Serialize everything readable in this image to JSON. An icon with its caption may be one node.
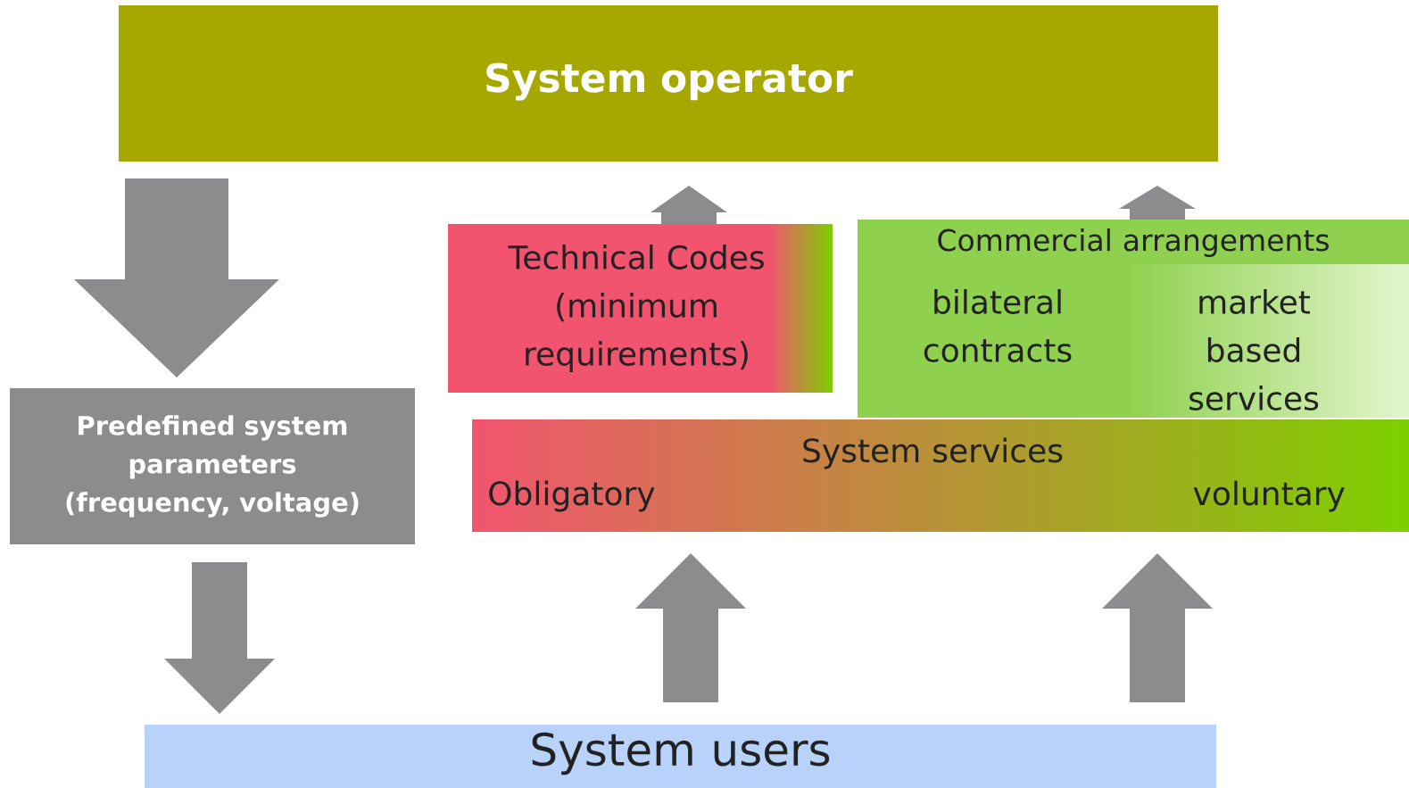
{
  "diagram": {
    "nodes": [
      {
        "text": [
          "System operator"
        ]
      },
      {
        "text": [
          "Predefined system parameters (frequency, voltage)"
        ]
      },
      {
        "text": [
          "Technical Codes (minimum requirements)"
        ]
      },
      {
        "text": [
          "Commercial arrangements",
          "bilateral contracts",
          "market based services"
        ]
      },
      {
        "text": [
          "System services",
          "Obligatory",
          "voluntary"
        ]
      },
      {
        "text": [
          "System users"
        ]
      }
    ],
    "edges": [
      {
        "from": 0,
        "to": 1,
        "arrow": "to"
      },
      {
        "from": 1,
        "to": 5,
        "arrow": "to"
      },
      {
        "from": 2,
        "to": 0,
        "arrow": "to"
      },
      {
        "from": 3,
        "to": 0,
        "arrow": "to"
      },
      {
        "from": 5,
        "to": 4,
        "arrow": "to"
      },
      {
        "from": 5,
        "to": 4,
        "arrow": "to"
      }
    ]
  }
}
